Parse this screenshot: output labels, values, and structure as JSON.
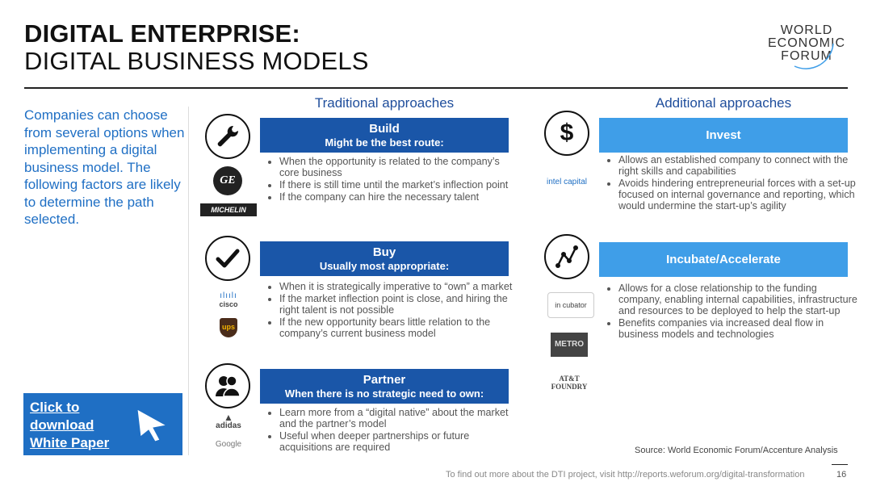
{
  "title": {
    "line1": "DIGITAL ENTERPRISE:",
    "line2": "DIGITAL BUSINESS MODELS"
  },
  "logo": {
    "line1": "WORLD",
    "line2": "ECONOMIC",
    "line3": "FORUM"
  },
  "intro": "Companies can choose from several options when implementing a digital business model. The following factors are likely to determine the path selected.",
  "columns": {
    "left": "Traditional approaches",
    "right": "Additional approaches"
  },
  "build": {
    "title": "Build",
    "subtitle": "Might be the best route:",
    "bullets": [
      "When the opportunity is related to the company’s core business",
      "If there is still time until the market’s inflection point",
      "If the company can hire the necessary talent"
    ],
    "brands": [
      "GE",
      "MICHELIN"
    ]
  },
  "buy": {
    "title": "Buy",
    "subtitle": "Usually most appropriate:",
    "bullets": [
      "When it is strategically imperative to “own” a market",
      "If the market inflection point is close, and hiring the right talent is not possible",
      "If the new opportunity bears little relation to the company’s current business model"
    ],
    "brands": [
      "cisco",
      "ups"
    ]
  },
  "partner": {
    "title": "Partner",
    "subtitle": "When there is no strategic need to own:",
    "bullets": [
      "Learn more from a “digital native” about the market and the partner’s model",
      "Useful when deeper partnerships or future acquisitions are required"
    ],
    "brands": [
      "adidas",
      "Google"
    ]
  },
  "invest": {
    "title": "Invest",
    "bullets": [
      "Allows an established company to connect with the right skills and capabilities",
      "Avoids hindering entrepreneurial forces with a set-up focused on internal governance and reporting, which would undermine the start-up’s agility"
    ],
    "brands": [
      "intel capital"
    ]
  },
  "incubate": {
    "title": "Incubate/Accelerate",
    "bullets": [
      "Allows for a close relationship to the funding company, enabling internal capabilities, infrastructure and resources to be deployed to help the start-up",
      "Benefits companies via increased deal flow in business models and technologies"
    ],
    "brands": [
      "in cubator",
      "METRO",
      "AT&T FOUNDRY"
    ]
  },
  "cta": {
    "line1": "Click to",
    "line2": "download",
    "line3": "White Paper"
  },
  "source": "Source: World Economic Forum/Accenture Analysis",
  "footer": "To find out more about the DTI project, visit http://reports.weforum.org/digital-transformation",
  "page_number": "16",
  "colors": {
    "dark_blue": "#1a56a8",
    "light_blue": "#3f9ee8",
    "intro_blue": "#1f6fc4"
  }
}
